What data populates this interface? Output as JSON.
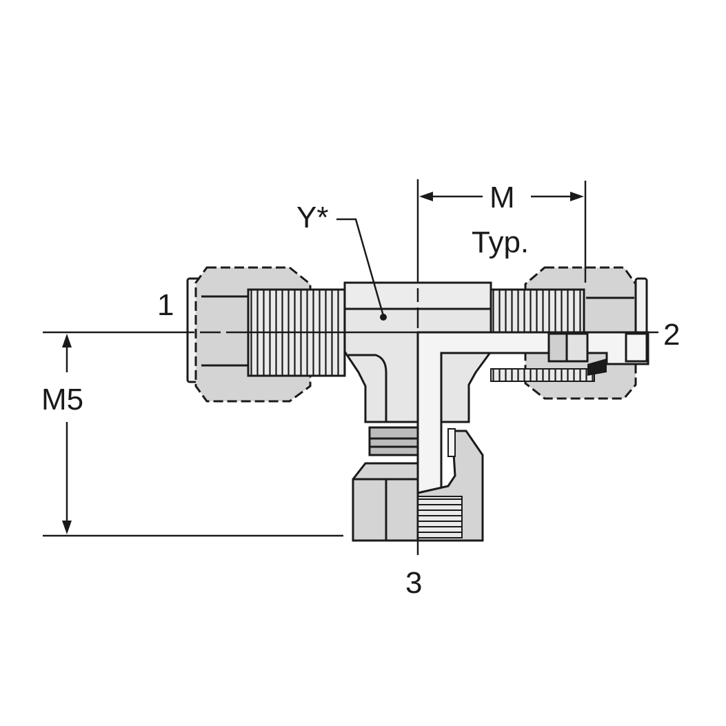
{
  "labels": {
    "port_1": "1",
    "port_2": "2",
    "port_3": "3",
    "dim_m": "M",
    "dim_typ": "Typ.",
    "dim_m5": "M5",
    "ref_y": "Y*"
  },
  "colors": {
    "line": "#1a1a1a",
    "body_fill": "#e6e6e6",
    "nut_fill": "#d4d4d4",
    "bore_fill": "#f4f4f4",
    "background": "#ffffff"
  }
}
